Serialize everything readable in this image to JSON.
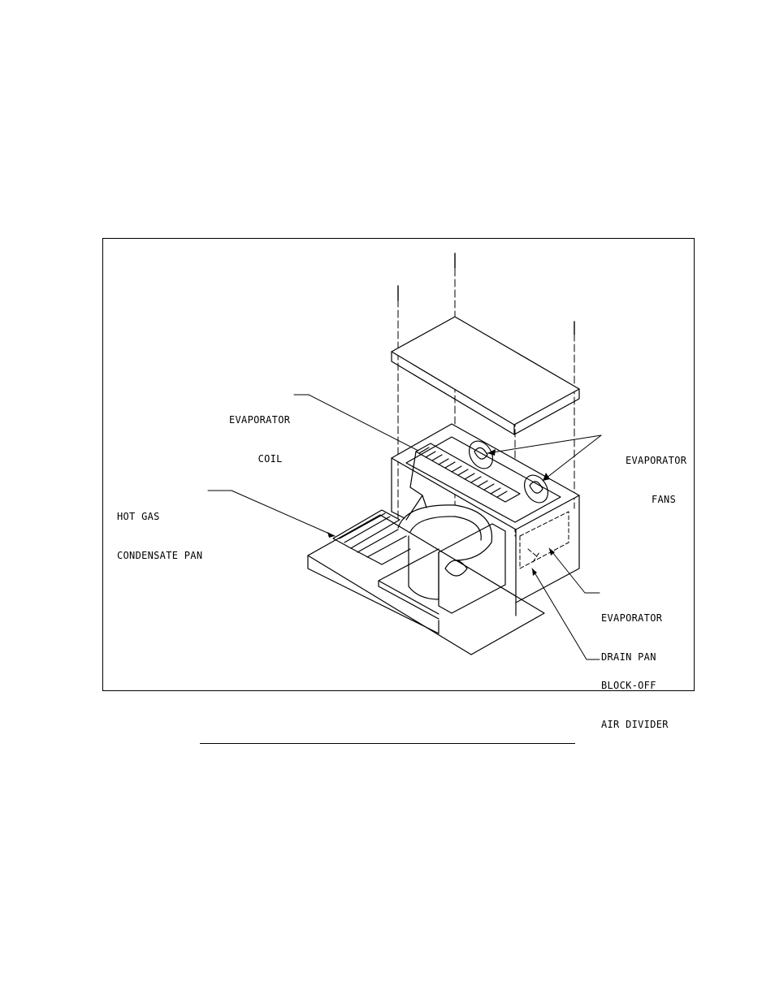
{
  "figure": {
    "labels": {
      "evaporator_coil": [
        "EVAPORATOR",
        "COIL"
      ],
      "evaporator_fans": [
        "EVAPORATOR",
        "FANS"
      ],
      "hot_gas_condensate_pan": [
        "HOT GAS",
        "CONDENSATE PAN"
      ],
      "evaporator_drain_pan": [
        "EVAPORATOR",
        "DRAIN PAN"
      ],
      "block_off_air_divider": [
        "BLOCK-OFF",
        "AIR DIVIDER"
      ]
    }
  },
  "colors": {
    "ink": "#000000",
    "paper": "#ffffff"
  }
}
